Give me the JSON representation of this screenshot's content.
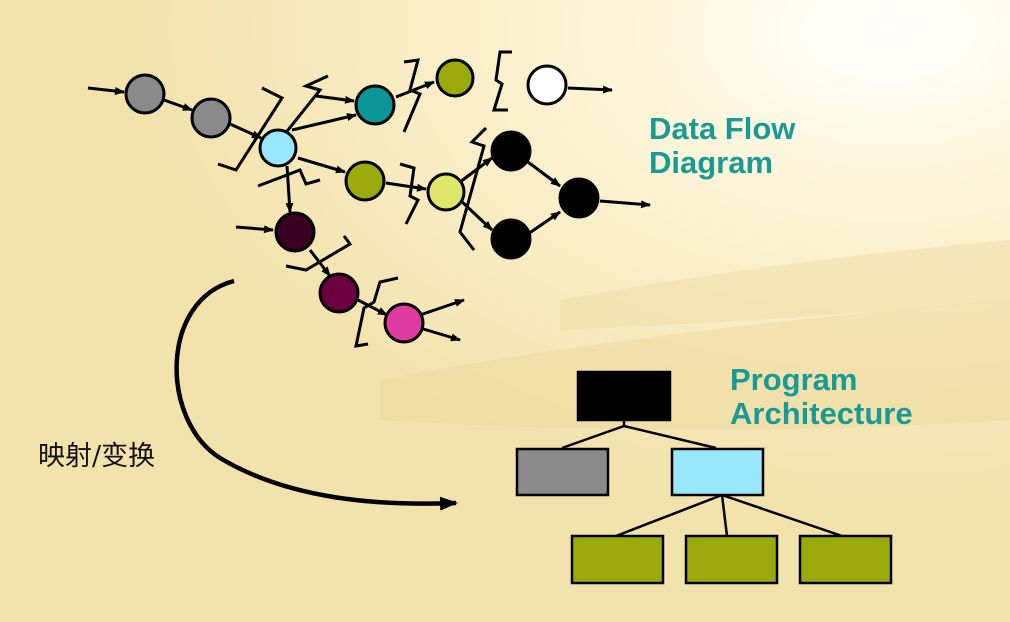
{
  "labels": {
    "data_flow_diagram": [
      "Data Flow",
      "Diagram"
    ],
    "program_architecture": [
      "Program",
      "Architecture"
    ],
    "mapping": "映射/变换"
  },
  "colors": {
    "label_teal": "#189a96",
    "gray": "#8a8a8a",
    "teal": "#0a9696",
    "olive": "#9aaa0a",
    "yellow_green": "#dde86a",
    "light_blue": "#98e6ff",
    "dark_maroon": "#3a0020",
    "maroon": "#6a0040",
    "magenta": "#e03ca0",
    "black": "#000000",
    "white": "#ffffff"
  }
}
